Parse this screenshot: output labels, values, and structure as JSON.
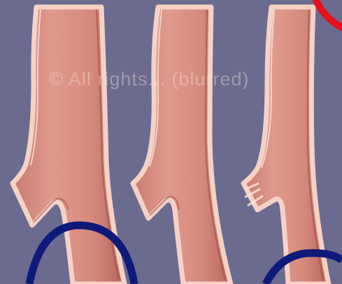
{
  "image": {
    "description_text": "",
    "watermark": "© All rights... (blurred)",
    "colors": {
      "background": "#6b6b8f",
      "vessel_fill": "#d98b7e",
      "vessel_shadow": "#b8645c",
      "vessel_wall": "#f5d2c6",
      "annotation_red": "#e8101a",
      "annotation_blue": "#0d1a7a"
    },
    "panels": [
      {
        "name": "bifurcation-1"
      },
      {
        "name": "bifurcation-2"
      },
      {
        "name": "bifurcation-3"
      }
    ],
    "annotations": [
      {
        "name": "red-circle-annotation",
        "color": "#e8101a"
      },
      {
        "name": "blue-circle-annotation-left",
        "color": "#0d1a7a"
      },
      {
        "name": "blue-circle-annotation-right",
        "color": "#0d1a7a"
      }
    ]
  }
}
